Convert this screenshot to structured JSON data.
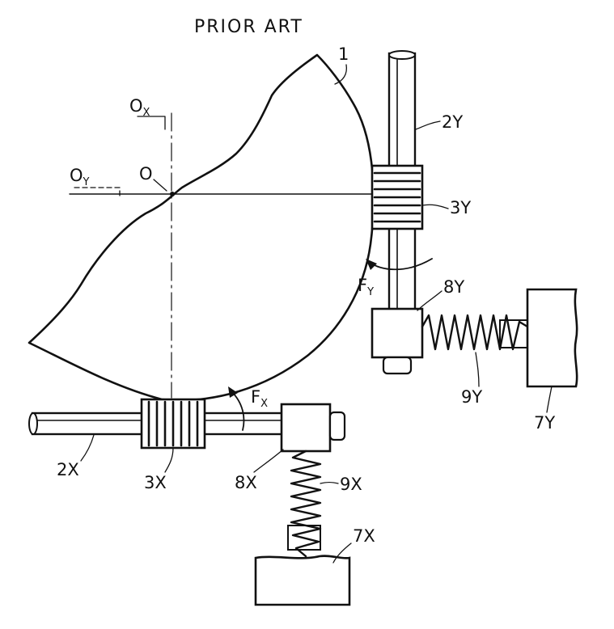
{
  "title": "PRIOR ART",
  "colors": {
    "ink": "#111111",
    "paper": "#ffffff"
  },
  "labels": {
    "wafer": "1",
    "axis_x": {
      "main": "O",
      "sub": "X"
    },
    "axis_y": {
      "main": "O",
      "sub": "Y"
    },
    "origin": "O",
    "shaft_y": "2Y",
    "roller_y": "3Y",
    "force_y": {
      "main": "F",
      "sub": "Y"
    },
    "bearing_y": "8Y",
    "spring_y": "9Y",
    "block_y": "7Y",
    "force_x": {
      "main": "F",
      "sub": "X"
    },
    "shaft_x": "2X",
    "roller_x": "3X",
    "bearing_x": "8X",
    "spring_x": "9X",
    "block_x": "7X"
  }
}
